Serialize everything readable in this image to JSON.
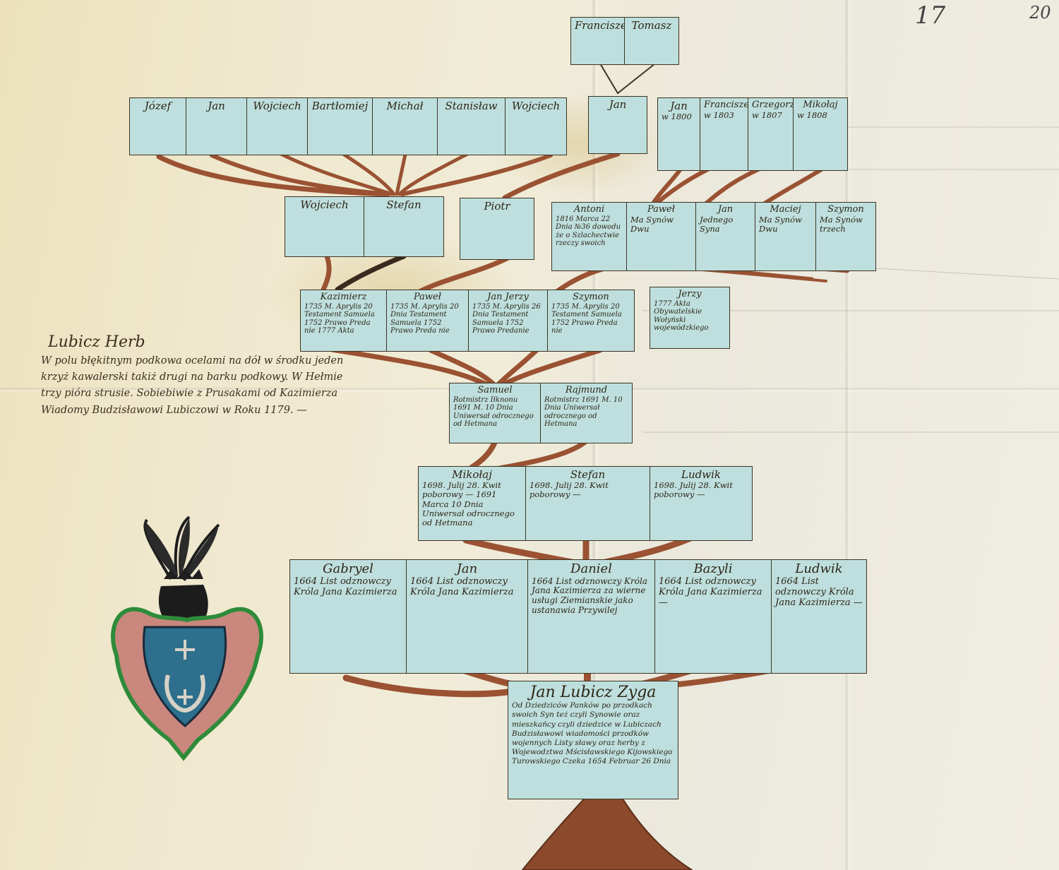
{
  "folio": {
    "mark": "17",
    "number": "20"
  },
  "herb": {
    "title": "Lubicz Herb",
    "description": "W polu błękitnym podkowa ocelami na dół w środku jeden krzyż kawalerski takiż drugi na barku podkowy. W Hełmie trzy pióra strusie. Sobiebiwie z Prusakami od Kazimierza Wiadomy Budzisławowi Lubiczowi w Roku 1179. —"
  },
  "crest_emblem": "coat-of-arms-lubicz-icon",
  "tree": {
    "colors": {
      "cell": "#bedfde",
      "ink": "#3d3322",
      "root": "#9a5233",
      "parchment": "#efe7cb"
    },
    "top": {
      "cells": [
        {
          "name": "Franciszek",
          "note": ""
        },
        {
          "name": "Tomasz",
          "note": ""
        }
      ]
    },
    "row1a": {
      "cells": [
        {
          "name": "Józef",
          "note": ""
        },
        {
          "name": "Jan",
          "note": ""
        },
        {
          "name": "Wojciech",
          "note": ""
        },
        {
          "name": "Bartłomiej",
          "note": ""
        },
        {
          "name": "Michał",
          "note": ""
        },
        {
          "name": "Stanisław",
          "note": ""
        },
        {
          "name": "Wojciech",
          "note": ""
        }
      ]
    },
    "row1b": {
      "cells": [
        {
          "name": "Jan",
          "note": ""
        }
      ]
    },
    "row1c": {
      "cells": [
        {
          "name": "Jan",
          "note": "w 1800"
        },
        {
          "name": "Franciszek",
          "note": "w 1803"
        },
        {
          "name": "Grzegorz",
          "note": "w 1807"
        },
        {
          "name": "Mikołaj",
          "note": "w 1808"
        }
      ]
    },
    "row2a": {
      "cells": [
        {
          "name": "Wojciech",
          "note": ""
        },
        {
          "name": "Stefan",
          "note": ""
        }
      ]
    },
    "row2b": {
      "cells": [
        {
          "name": "Piotr",
          "note": ""
        }
      ]
    },
    "row2c": {
      "cells": [
        {
          "name": "Antoni",
          "note": "1816 Marca 22 Dnia №36 dowodu że o Szlachectwie rzeczy swoich"
        },
        {
          "name": "Paweł",
          "note": "Ma Synów Dwu"
        },
        {
          "name": "Jan",
          "note": "Jednego Syna"
        },
        {
          "name": "Maciej",
          "note": "Ma Synów Dwu"
        },
        {
          "name": "Szymon",
          "note": "Ma Synów trzech"
        }
      ]
    },
    "row3a": {
      "cells": [
        {
          "name": "Kazimierz",
          "note": "1735 M. Aprylis 20 Testament Samuela 1752 Prawo Preda nie 1777 Akta"
        },
        {
          "name": "Paweł",
          "note": "1735 M. Aprylis 20 Dnia Testament Samuela 1752 Prawo Preda nie"
        },
        {
          "name": "Jan Jerzy",
          "note": "1735 M. Aprylis 26 Dnia Testament Samuela 1752 Prawo Predanie"
        },
        {
          "name": "Szymon",
          "note": "1735 M. Aprylis 20 Testament Samuela 1752 Prawo Preda nie"
        }
      ]
    },
    "row3b": {
      "cells": [
        {
          "name": "Jerzy",
          "note": "1777 Akta Obywatelskie Wołyński wojewódzkiego"
        }
      ]
    },
    "row4": {
      "cells": [
        {
          "name": "Samuel",
          "note": "Rotmistrz Iłknonu 1691 M. 10 Dnia Uniwersał odrocznego od Hetmana"
        },
        {
          "name": "Rajmund",
          "note": "Rotmistrz 1691 M. 10 Dnia Uniwersał odrocznego od Hetmana"
        }
      ]
    },
    "row5": {
      "cells": [
        {
          "name": "Mikołaj",
          "note": "1698. Julij 28. Kwit poborowy — 1691 Marca 10 Dnia Uniwersał odrocznego od Hetmana"
        },
        {
          "name": "Stefan",
          "note": "1698. Julij 28. Kwit poborowy —"
        },
        {
          "name": "Ludwik",
          "note": "1698. Julij 28. Kwit poborowy —"
        }
      ]
    },
    "row6": {
      "cells": [
        {
          "name": "Gabryel",
          "note": "1664 List odznowczy Króla Jana Kazimierza"
        },
        {
          "name": "Jan",
          "note": "1664 List odznowczy Króla Jana Kazimierza"
        },
        {
          "name": "Daniel",
          "note": "1664 List odznowczy Króla Jana Kazimierza za wierne usługi Ziemianskie jako ustanawia Przywilej"
        },
        {
          "name": "Bazyli",
          "note": "1664 List odznowczy Króla Jana Kazimierza —"
        },
        {
          "name": "Ludwik",
          "note": "1664 List odznowczy Króla Jana Kazimierza —"
        }
      ]
    },
    "root": {
      "cells": [
        {
          "name": "Jan Lubicz Zyga",
          "note": "Od Dziedziców Panków po przodkach swoich Syn też czyli Synowie oraz mieszkańcy czyli dziedzice w Lubiczach Budzisławowi wiadomości przodków wojennych Listy sławy oraz herby z Wojewodztwa Mścisławskiego Kijowskiego Turowskiego Czeka 1654 Februar 26 Dnia"
        }
      ]
    }
  }
}
